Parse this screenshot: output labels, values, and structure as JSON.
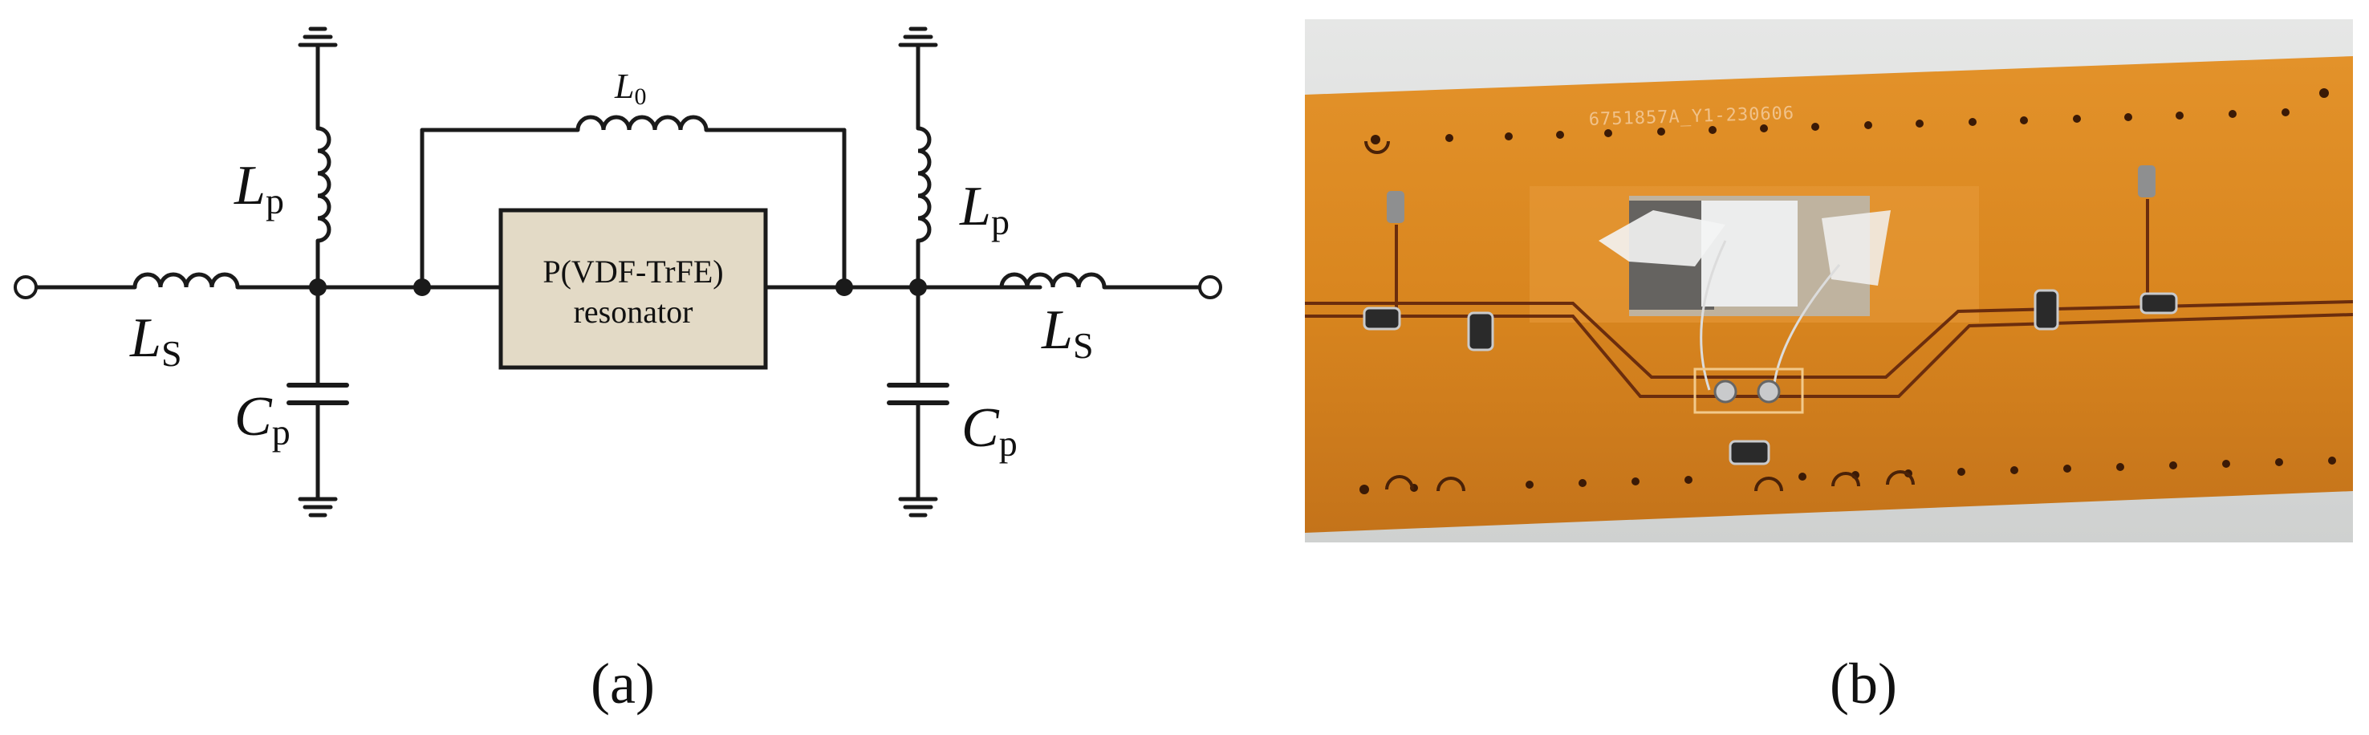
{
  "panel_a": {
    "caption": "(a)",
    "labels": {
      "l0_main": "L",
      "l0_sub": "0",
      "lp_left_main": "L",
      "lp_left_sub": "p",
      "lp_right_main": "L",
      "lp_right_sub": "p",
      "ls_left_main": "L",
      "ls_left_sub": "S",
      "ls_right_main": "L",
      "ls_right_sub": "S",
      "cp_left_main": "C",
      "cp_left_sub": "p",
      "cp_right_main": "C",
      "cp_right_sub": "p",
      "resonator_line1": "P(VDF-TrFE)",
      "resonator_line2": "resonator"
    },
    "colors": {
      "resonator_fill": "#e3dac6",
      "wire": "#1a1a1a"
    }
  },
  "panel_b": {
    "caption": "(b)",
    "board_marking": "6751857A_Y1-230606",
    "colors": {
      "board": "#d9861f",
      "background": "#dcdedd",
      "trace": "#6b2d0d",
      "solder": "#c9cacc"
    }
  }
}
